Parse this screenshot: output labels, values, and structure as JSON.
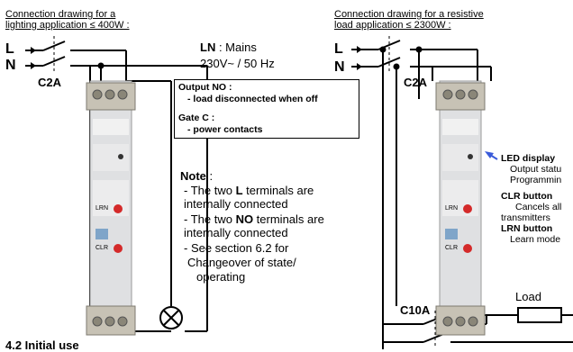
{
  "left_diagram": {
    "title_line1": "Connection drawing for a",
    "title_line2": "lighting application ≤ 400W :",
    "terminal_l": "L",
    "terminal_n": "N",
    "breaker": "C2A"
  },
  "right_diagram": {
    "title_line1": "Connection drawing for a resistive",
    "title_line2": "load application ≤ 2300W :",
    "terminal_l": "L",
    "terminal_n": "N",
    "breaker_top": "C2A",
    "breaker_bottom": "C10A",
    "load_label": "Load"
  },
  "mains": {
    "ln_bold": "LN",
    "ln_rest": " : Mains",
    "voltage": "230V~ / 50 Hz"
  },
  "output_box": {
    "output_title": "Output NO :",
    "output_desc": "- load disconnected when off",
    "gate_title": "Gate C :",
    "gate_desc": "- power contacts"
  },
  "note": {
    "heading": "Note",
    "heading_rest": " :",
    "line1_a": "- The two ",
    "line1_b": "L",
    "line1_c": " terminals are",
    "line2": "internally connected",
    "line3_a": "- The two ",
    "line3_b": "NO",
    "line3_c": " terminals are",
    "line4": "internally connected",
    "line5": "- See section 6.2 for",
    "line6": "Changeover of state/",
    "line7": "operating"
  },
  "legend": {
    "led_title": "LED display",
    "led_line1": "Output statu",
    "led_line2": "Programmin",
    "clr_title": "CLR button",
    "clr_line1": "Cancels all",
    "clr_line2": "transmitters",
    "lrn_title": "LRN button",
    "lrn_line1": "Learn mode"
  },
  "device": {
    "lrn_label": "LRN",
    "clr_label": "CLR"
  },
  "section_heading": "4.2 Initial use",
  "colors": {
    "wire": "#000000",
    "device_body": "#dfe0e2",
    "terminal": "#c7c2b5",
    "button_red": "#d42a2a",
    "arrow_blue": "#3a5bd9"
  }
}
